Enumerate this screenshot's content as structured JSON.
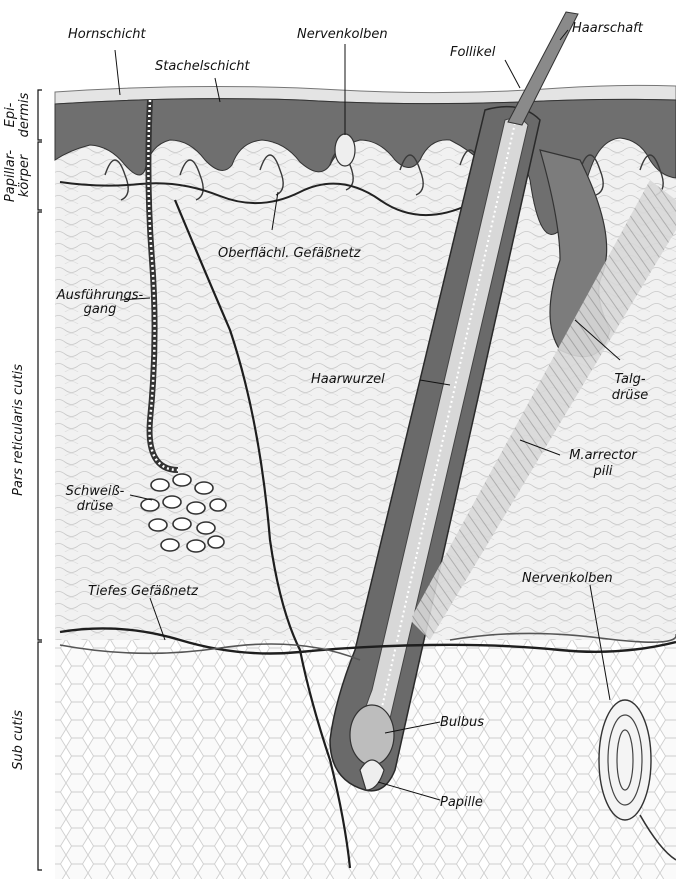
{
  "labels": {
    "hornschicht": "Hornschicht",
    "nervenkolben_top": "Nervenkolben",
    "haarschaft": "Haarschaft",
    "stachelschicht": "Stachelschicht",
    "follikel": "Follikel",
    "oberflaechl": "Oberflächl. Gefäßnetz",
    "ausfuehrungs_1": "Ausführungs-",
    "ausfuehrungs_2": "gang",
    "haarwurzel": "Haarwurzel",
    "talg_1": "Talg-",
    "talg_2": "drüse",
    "arrector_1": "M.arrector",
    "arrector_2": "pili",
    "schweiss_1": "Schweiß-",
    "schweiss_2": "drüse",
    "tiefes": "Tiefes Gefäßnetz",
    "nervenkolben_bottom": "Nervenkolben",
    "bulbus": "Bulbus",
    "papille": "Papille"
  },
  "side_labels": {
    "epidermis_1": "Epi-",
    "epidermis_2": "dermis",
    "papillar_1": "Papillar-",
    "papillar_2": "körper",
    "pars": "Pars reticularis cutis",
    "sub": "Sub cutis"
  }
}
